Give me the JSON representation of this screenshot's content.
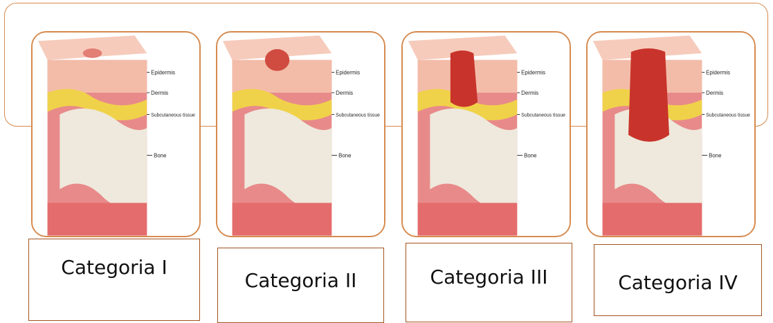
{
  "layer_labels": [
    "Epidermis",
    "Dermis",
    "Subcutaneous tissue",
    "Bone"
  ],
  "categories": [
    {
      "label": "Categoria I"
    },
    {
      "label": "Categoria II"
    },
    {
      "label": "Categoria III"
    },
    {
      "label": "Categoria IV"
    }
  ],
  "colors": {
    "border": "#d58a4e",
    "caption_border": "#a3521d",
    "skin": "#f2b7a0",
    "fat": "#f0d24a",
    "bone": "#eee9dc",
    "muscle": "#e38080",
    "wound": "#c8342b"
  }
}
